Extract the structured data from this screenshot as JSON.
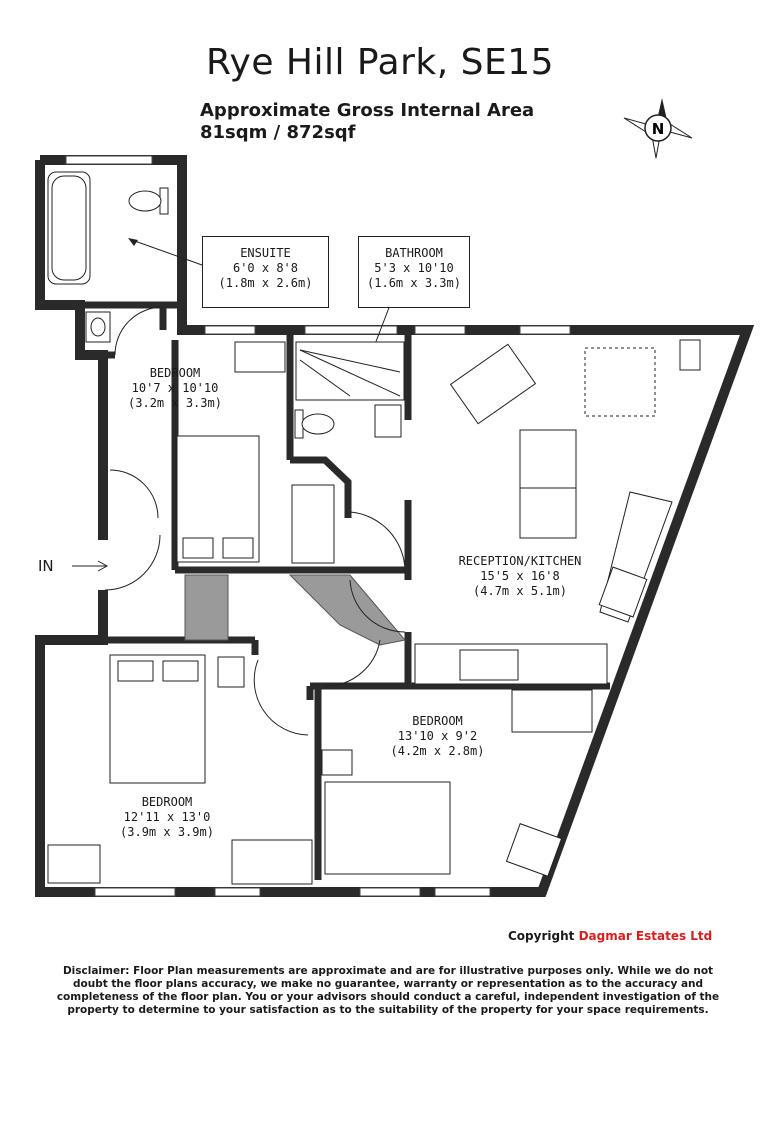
{
  "title": "Rye Hill Park, SE15",
  "area": {
    "line1": "Approximate Gross Internal Area",
    "line2": "81sqm / 872sqf"
  },
  "compass": {
    "letter": "N"
  },
  "rooms": {
    "ensuite": {
      "name": "ENSUITE",
      "imperial": "6'0 x 8'8",
      "metric": "(1.8m x 2.6m)"
    },
    "bathroom": {
      "name": "BATHROOM",
      "imperial": "5'3 x 10'10",
      "metric": "(1.6m x 3.3m)"
    },
    "bedroom1": {
      "name": "BEDROOM",
      "imperial": "10'7 x 10'10",
      "metric": "(3.2m x 3.3m)"
    },
    "reception": {
      "name": "RECEPTION/KITCHEN",
      "imperial": "15'5 x 16'8",
      "metric": "(4.7m x 5.1m)"
    },
    "bedroom2": {
      "name": "BEDROOM",
      "imperial": "13'10 x 9'2",
      "metric": "(4.2m x 2.8m)"
    },
    "bedroom3": {
      "name": "BEDROOM",
      "imperial": "12'11 x 13'0",
      "metric": "(3.9m x 3.9m)"
    }
  },
  "entrance": {
    "label": "IN"
  },
  "copyright": {
    "prefix": "Copyright",
    "company": "Dagmar Estates Ltd"
  },
  "disclaimer": "Disclaimer: Floor Plan measurements are approximate and are for illustrative purposes only. While we do not doubt the floor plans accuracy, we make no guarantee, warranty or representation as to the accuracy and completeness of the floor plan. You or your advisors should conduct a careful, independent investigation of the property to determine to your satisfaction as to the suitability of the property for your space requirements."
}
